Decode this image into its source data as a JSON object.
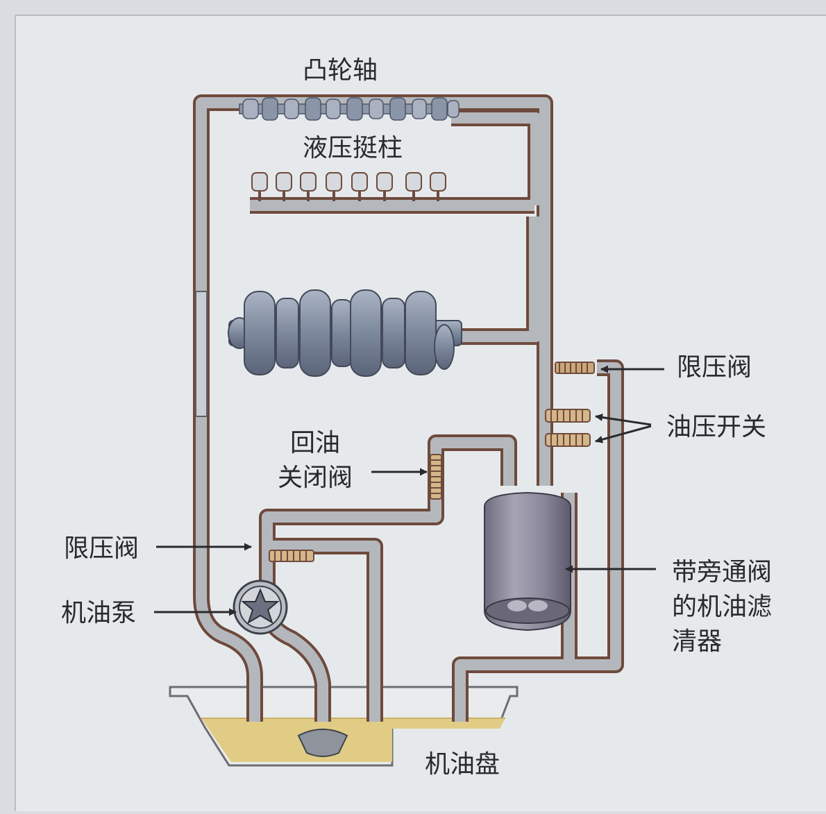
{
  "labels": {
    "camshaft": "凸轮轴",
    "lifters": "液压挺柱",
    "relief_valve_right": "限压阀",
    "oil_pressure_switch": "油压开关",
    "anti_drainback_valve": "回油\n关闭阀",
    "relief_valve_left": "限压阀",
    "oil_pump": "机油泵",
    "oil_filter": "带旁通阀\n的机油滤\n清器",
    "oil_pan": "机油盘"
  },
  "colors": {
    "background": "#d9dde1",
    "panel": "#e6e9ec",
    "pipe_fill": "#b4b8bd",
    "pipe_edge": "#6e4a3c",
    "oil": "#e1cc86",
    "steel": "#8a95a8",
    "filter": "#8c8a9c",
    "arrow": "#2a2a2e"
  }
}
